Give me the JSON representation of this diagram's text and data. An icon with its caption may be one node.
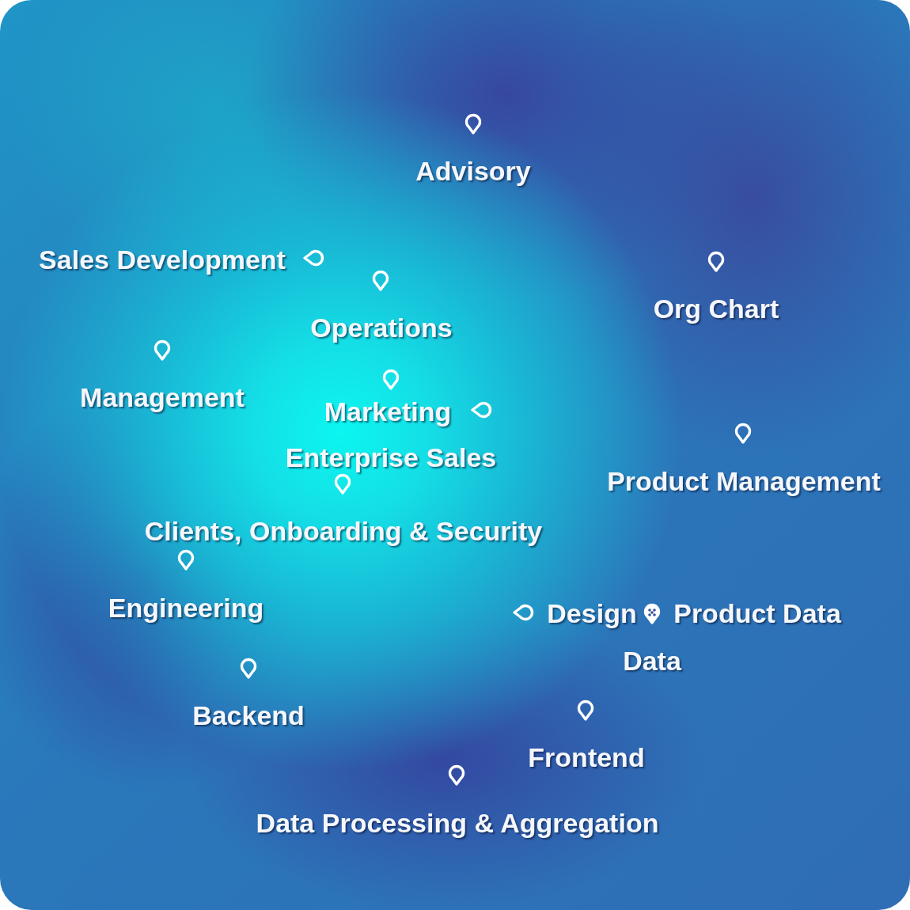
{
  "diagram": {
    "labels": [
      "Advisory",
      "Sales Development",
      "Org Chart",
      "Operations",
      "Management",
      "Marketing",
      "Enterprise Sales",
      "Product Management",
      "Clients, Onboarding & Security",
      "Engineering",
      "Design",
      "Product Data",
      "Data",
      "Backend",
      "Frontend",
      "Data Processing & Aggregation"
    ]
  }
}
